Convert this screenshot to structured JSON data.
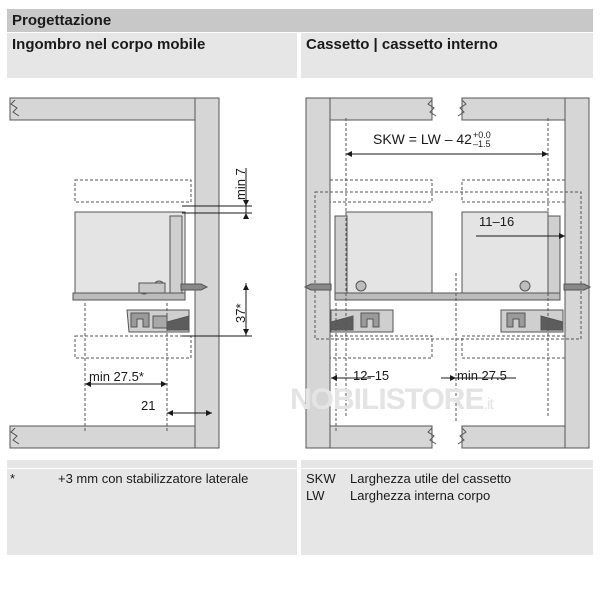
{
  "header": {
    "title": "Progettazione"
  },
  "left_panel": {
    "title": "Ingombro nel corpo mobile",
    "dims": {
      "min7": "min 7",
      "d37": "37*",
      "min275": "min 27.5*",
      "d21": "21"
    },
    "notes": [
      {
        "key": "*",
        "text": "+3 mm con stabilizzatore laterale"
      }
    ]
  },
  "right_panel": {
    "title": "Cassetto | cassetto interno",
    "formula": {
      "main": "SKW = LW – 42",
      "sup": "+0.0",
      "sub": "–1.5"
    },
    "dims": {
      "d1116": "11–16",
      "d1215": "12–15",
      "min275": "min 27.5"
    },
    "legend": [
      {
        "key": "SKW",
        "text": "Larghezza utile del cassetto"
      },
      {
        "key": "LW",
        "text": "Larghezza interna corpo"
      }
    ]
  },
  "watermark": {
    "brand": "NOBILISTORE",
    "tld": ".it"
  }
}
